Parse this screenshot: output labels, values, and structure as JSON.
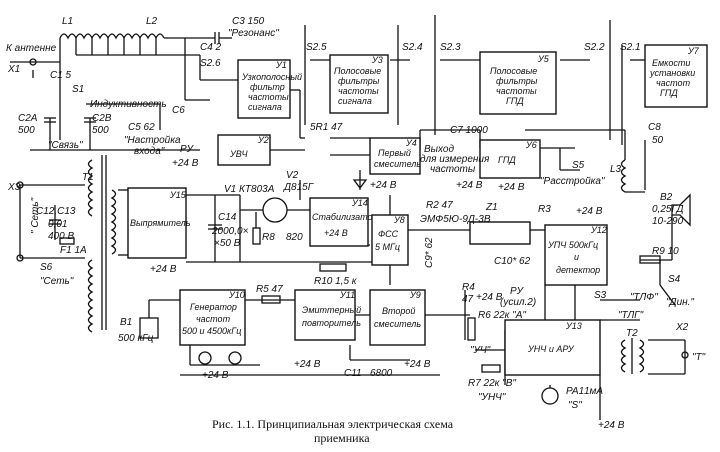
{
  "labels": {
    "antenna_input": "К антенне",
    "x1": "X1",
    "l1": "L1",
    "l2": "L2",
    "c3": "C3 150",
    "resonance": "\"Резонанс\"",
    "c4": "C4 2",
    "s1": "S1",
    "c1": "C1 5",
    "inductance": "Индуктивность",
    "c6": "C6",
    "c5": "C5 62",
    "c2a": "C2A",
    "c2a_val": "500",
    "c2b": "C2B",
    "c2b_val": "500",
    "link": "\"Связь\"",
    "input_tuning_1": "\"Настройка",
    "input_tuning_2": "входа\"",
    "t1": "T1",
    "x3": "X3",
    "mains": "\" Сеть\"",
    "c12": "C12,C13",
    "c12_val1": "0,01",
    "c12_val2": "400 В",
    "f1": "F1 1А",
    "s6": "S6",
    "s6_name": "\"Сеть\"",
    "ru": "PУ",
    "v24_1": "+24 В",
    "v1": "V1 КТ803А",
    "v2": "V2",
    "v2_type": "Д815Г",
    "c14": "C14",
    "c14_val1": "2000,0×",
    "c14_val2": "×50 В",
    "r8": "R8",
    "r8_val": "820",
    "r10": "R10 1,5 к",
    "v24_2": "+24 В",
    "b1": "B1",
    "b1_val": "500 кГц",
    "r5": "R5 47",
    "r1": "5R1 47",
    "s25": "S2.5",
    "s24": "S2.4",
    "s23": "S2.3",
    "s22": "S2.2",
    "s21": "S2.1",
    "s26": "S2.6",
    "c7": "C7 1000",
    "c8": "C8",
    "c8_val": "50",
    "l3": "L3",
    "gpd_out_1": "Выход",
    "gpd_out_2": "для измерения",
    "gpd_out_3": "частоты",
    "v24_3": "+24 В",
    "v24_4": "+24 В",
    "v24_5": "+24 В",
    "r2": "R2 47",
    "r3": "R3",
    "s5": "S5",
    "detuning": "\"Расстройка\"",
    "z1": "Z1",
    "z1_type": "ЭМФ5Ю-9Д-3В",
    "c9": "C9* 62",
    "c10": "C10* 62",
    "r4": "R4",
    "r4_val": "47",
    "v24_6": "+24 В",
    "v24_7": "+24 В",
    "v24_8": "+24 В",
    "v24_9": "+24 В",
    "v24_10": "+24 В",
    "c11": "C11",
    "c11_val": "6800",
    "b2": "B2",
    "b2_val": "0,25ГД",
    "b2_val2": "10-290",
    "r9": "R9 10",
    "s4": "S4",
    "din": "\"Дин.\"",
    "t2": "T2",
    "x2": "X2",
    "t_out": "\"Т\"",
    "tlf": "\"ТЛФ\"",
    "tlg": "\"ТЛГ\"",
    "s3": "S3",
    "r6": "R6 22к \"А\"",
    "r7": "R7 22к \"В\"",
    "ru_usil_1": "PУ",
    "ru_usil_2": "(усил.2)",
    "uch_1": "\"УЧ\"",
    "uch_2": "\"УНЧ\"",
    "pa1": "PA1",
    "pa1_val": "1мА",
    "s_label": "\"S\"",
    "v24_11": "+24 В"
  },
  "blocks": {
    "y1": [
      "Узкополосный",
      "фильтр",
      "частоты",
      "сигнала"
    ],
    "y1_id": "У1",
    "y3": [
      "Полосовые",
      "фильтры",
      "частоты",
      "сигнала"
    ],
    "y3_id": "У3",
    "y5": [
      "Полосовые",
      "фильтры",
      "частоты",
      "ГПД"
    ],
    "y5_id": "У5",
    "y7": [
      "Емкости",
      "установки",
      "частот",
      "ГПД"
    ],
    "y7_id": "У7",
    "y2": [
      "УВЧ"
    ],
    "y2_id": "У2",
    "y4": [
      "Первый",
      "смеситель"
    ],
    "y4_id": "У4",
    "y6": [
      "ГПД"
    ],
    "y6_id": "У6",
    "y15": [
      "Выпрямитель"
    ],
    "y15_id": "У15",
    "y14": [
      "Стабилизатор",
      "+24 В"
    ],
    "y14_id": "У14",
    "y8": [
      "ФСС",
      "5 МГц"
    ],
    "y8_id": "У8",
    "y12": [
      "УПЧ 500кГц",
      "и",
      "детектор"
    ],
    "y12_id": "У12",
    "y10": [
      "Генератор",
      "частот",
      "500 и 4500кГц"
    ],
    "y10_id": "У10",
    "y11": [
      "Эмиттерный",
      "повторитель"
    ],
    "y11_id": "У11",
    "y9": [
      "Второй",
      "смеситель"
    ],
    "y9_id": "У9",
    "y13": [
      "УНЧ и АРУ"
    ],
    "y13_id": "У13"
  },
  "caption": {
    "line1": "Рис. 1.1. Принципиальная электрическая схема",
    "line2": "приемника"
  }
}
